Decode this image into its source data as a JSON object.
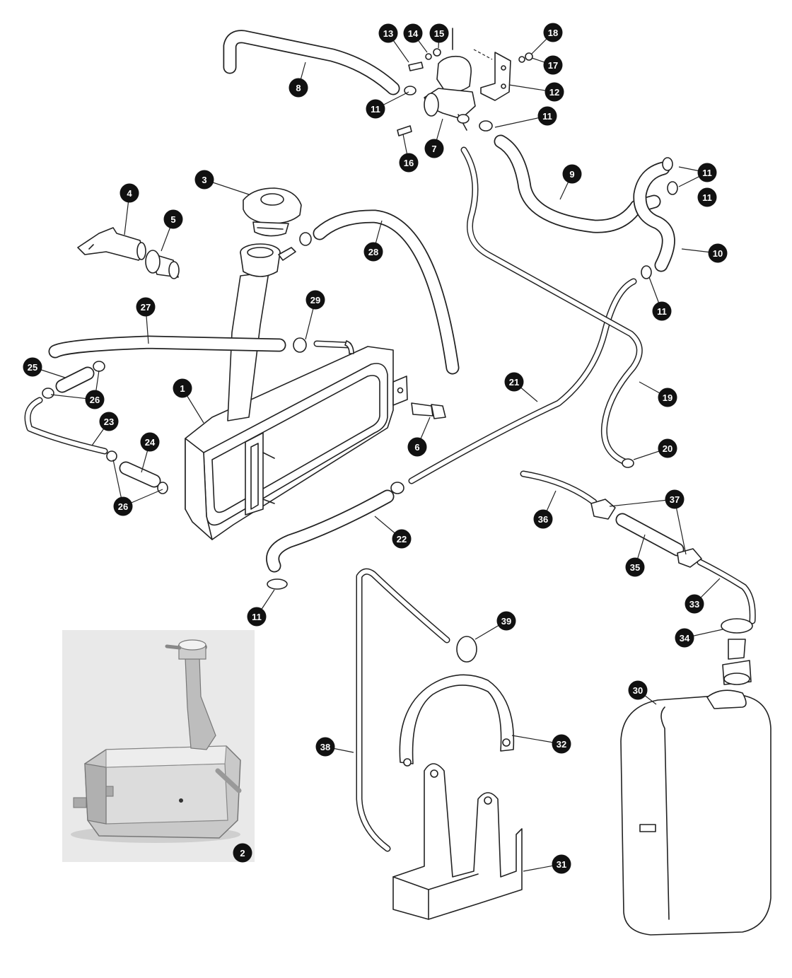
{
  "diagram": {
    "callouts": [
      "1",
      "2",
      "3",
      "4",
      "5",
      "6",
      "7",
      "8",
      "9",
      "10",
      "11",
      "12",
      "13",
      "14",
      "15",
      "16",
      "17",
      "18",
      "19",
      "20",
      "21",
      "22",
      "23",
      "24",
      "25",
      "26",
      "27",
      "28",
      "29",
      "30",
      "31",
      "32",
      "33",
      "34",
      "35",
      "36",
      "37",
      "38",
      "39"
    ]
  },
  "colors": {
    "line": "#222222",
    "callout_fill": "#111111",
    "callout_text": "#ffffff",
    "photo_background": "#e9e9e9"
  },
  "photo": {
    "subject": "polished tank with filler neck"
  }
}
